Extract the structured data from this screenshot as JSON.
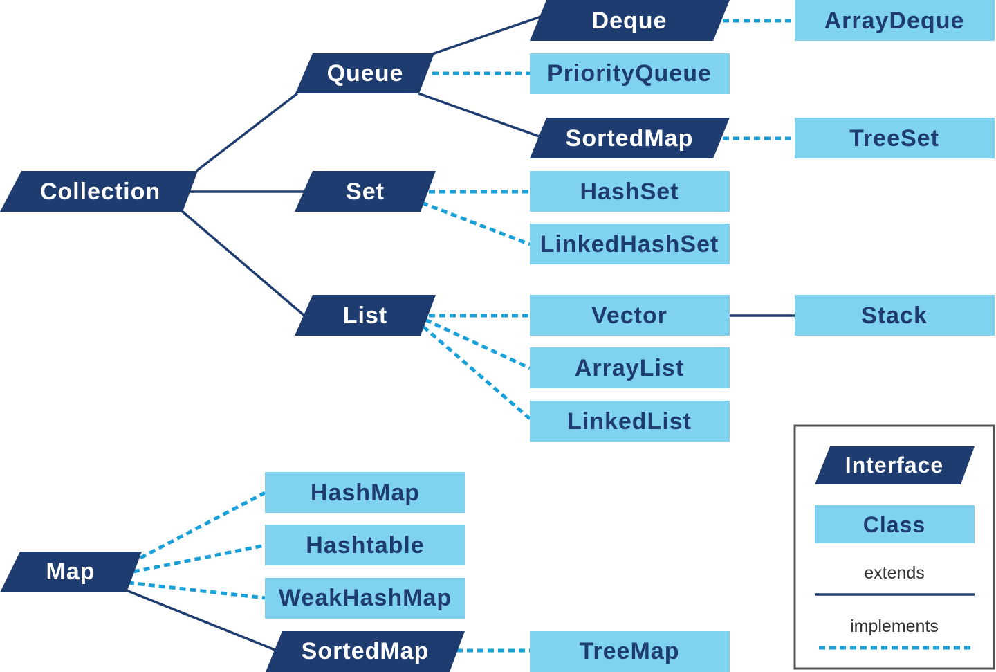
{
  "colors": {
    "interface_fill": "#1f3c70",
    "interface_text": "#ffffff",
    "class_fill": "#7fd3ee",
    "class_text": "#1f3c70",
    "extends_line": "#1f3c70",
    "implements_line": "#1aa0d8"
  },
  "nodes": {
    "collection": {
      "label": "Collection",
      "kind": "interface"
    },
    "queue": {
      "label": "Queue",
      "kind": "interface"
    },
    "set": {
      "label": "Set",
      "kind": "interface"
    },
    "list": {
      "label": "List",
      "kind": "interface"
    },
    "deque": {
      "label": "Deque",
      "kind": "interface"
    },
    "sortedmap_top": {
      "label": "SortedMap",
      "kind": "interface"
    },
    "map": {
      "label": "Map",
      "kind": "interface"
    },
    "sortedmap_bottom": {
      "label": "SortedMap",
      "kind": "interface"
    },
    "arraydeque": {
      "label": "ArrayDeque",
      "kind": "class"
    },
    "priorityqueue": {
      "label": "PriorityQueue",
      "kind": "class"
    },
    "treeset": {
      "label": "TreeSet",
      "kind": "class"
    },
    "hashset": {
      "label": "HashSet",
      "kind": "class"
    },
    "linkedhashset": {
      "label": "LinkedHashSet",
      "kind": "class"
    },
    "vector": {
      "label": "Vector",
      "kind": "class"
    },
    "stack": {
      "label": "Stack",
      "kind": "class"
    },
    "arraylist": {
      "label": "ArrayList",
      "kind": "class"
    },
    "linkedlist": {
      "label": "LinkedList",
      "kind": "class"
    },
    "hashmap": {
      "label": "HashMap",
      "kind": "class"
    },
    "hashtable": {
      "label": "Hashtable",
      "kind": "class"
    },
    "weakhashmap": {
      "label": "WeakHashMap",
      "kind": "class"
    },
    "treemap": {
      "label": "TreeMap",
      "kind": "class"
    }
  },
  "edges": [
    {
      "from": "collection",
      "to": "queue",
      "type": "extends"
    },
    {
      "from": "collection",
      "to": "set",
      "type": "extends"
    },
    {
      "from": "collection",
      "to": "list",
      "type": "extends"
    },
    {
      "from": "queue",
      "to": "deque",
      "type": "extends"
    },
    {
      "from": "queue",
      "to": "sortedmap_top",
      "type": "extends"
    },
    {
      "from": "queue",
      "to": "priorityqueue",
      "type": "implements"
    },
    {
      "from": "deque",
      "to": "arraydeque",
      "type": "implements"
    },
    {
      "from": "sortedmap_top",
      "to": "treeset",
      "type": "implements"
    },
    {
      "from": "set",
      "to": "hashset",
      "type": "implements"
    },
    {
      "from": "set",
      "to": "linkedhashset",
      "type": "implements"
    },
    {
      "from": "list",
      "to": "vector",
      "type": "implements"
    },
    {
      "from": "list",
      "to": "arraylist",
      "type": "implements"
    },
    {
      "from": "list",
      "to": "linkedlist",
      "type": "implements"
    },
    {
      "from": "vector",
      "to": "stack",
      "type": "extends"
    },
    {
      "from": "map",
      "to": "hashmap",
      "type": "implements"
    },
    {
      "from": "map",
      "to": "hashtable",
      "type": "implements"
    },
    {
      "from": "map",
      "to": "weakhashmap",
      "type": "implements"
    },
    {
      "from": "map",
      "to": "sortedmap_bottom",
      "type": "extends"
    },
    {
      "from": "sortedmap_bottom",
      "to": "treemap",
      "type": "implements"
    }
  ],
  "legend": {
    "interface_label": "Interface",
    "class_label": "Class",
    "extends_label": "extends",
    "implements_label": "implements"
  }
}
